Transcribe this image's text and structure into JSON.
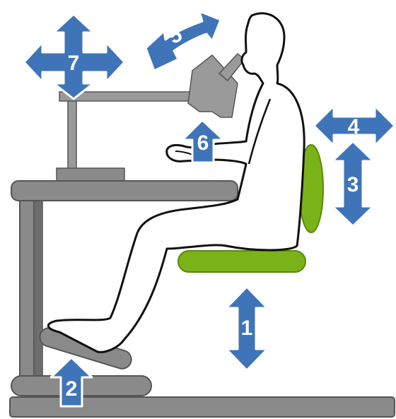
{
  "adjustments": [
    {
      "id": "seat-height",
      "label": "1",
      "kind": "vertical"
    },
    {
      "id": "footrest",
      "label": "2",
      "kind": "up"
    },
    {
      "id": "backrest-height",
      "label": "3",
      "kind": "vertical"
    },
    {
      "id": "backrest-depth",
      "label": "4",
      "kind": "horizontal"
    },
    {
      "id": "eyepiece-tilt",
      "label": "5",
      "kind": "curved"
    },
    {
      "id": "microscope-height",
      "label": "6",
      "kind": "up"
    },
    {
      "id": "microscope-position",
      "label": "7",
      "kind": "four-way"
    }
  ],
  "colors": {
    "arrow": "#3f74b8",
    "arrow_edge": "#ffffff",
    "furniture": "#8a8a8a",
    "furniture_dark": "#5e5e5e",
    "cushion": "#7ab317",
    "person_fill": "#ffffff",
    "person_outline": "#111111",
    "microscope": "#9a9a9a"
  }
}
